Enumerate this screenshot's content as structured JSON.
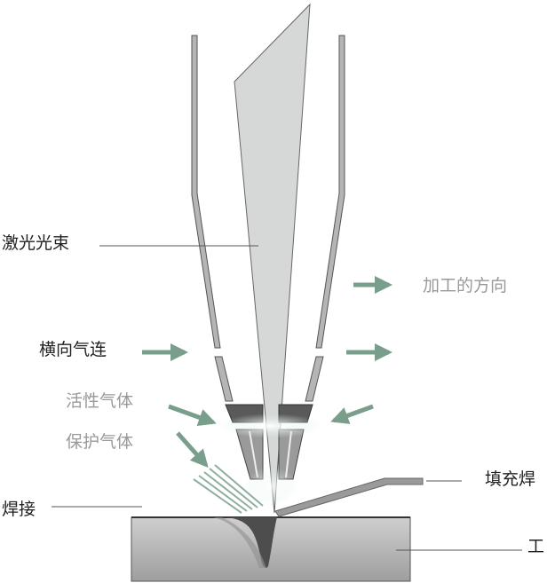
{
  "labels": {
    "laser_beam": "激光光束",
    "processing_direction": "加工的方向",
    "cross_gas": "横向气连",
    "active_gas": "活性气体",
    "shielding_gas": "保护气体",
    "filler_wire": "填充焊",
    "weld": "焊接",
    "workpiece": "工"
  },
  "colors": {
    "dark_text": "#222222",
    "light_text": "#999999",
    "arrow": "#7a9e8c",
    "beam_fill": "#d5d8d6",
    "nozzle_fill": "#b5b5b5",
    "workpiece_fill": "#bdbdbd",
    "weld_pool": "#4d4d4d"
  }
}
